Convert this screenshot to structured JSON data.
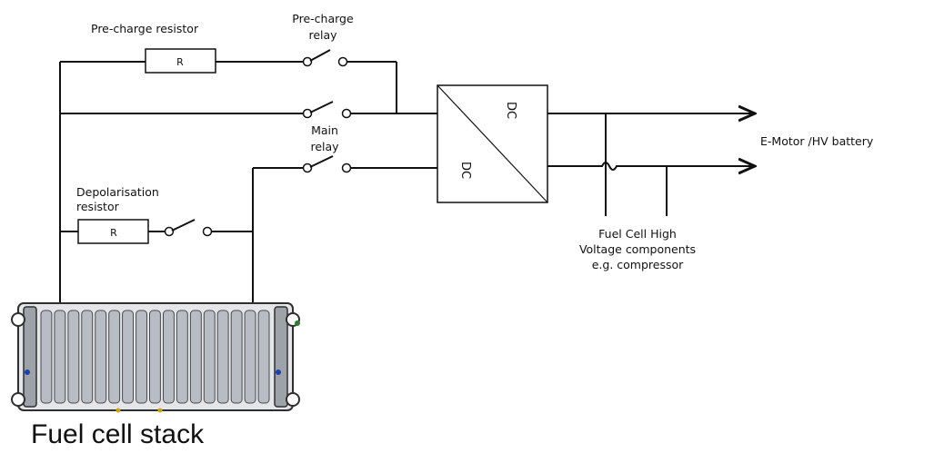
{
  "labels": {
    "precharge_resistor": "Pre-charge resistor",
    "precharge_relay_1": "Pre-charge",
    "precharge_relay_2": "relay",
    "main_relay_1": "Main",
    "main_relay_2": "relay",
    "depolarisation_1": "Depolarisation",
    "depolarisation_2": "resistor",
    "resistor_symbol": "R",
    "converter_top": "DC",
    "converter_bottom": "DC",
    "output": "E-Motor /HV battery",
    "hv_components_1": "Fuel Cell High",
    "hv_components_2": "Voltage components",
    "hv_components_3": "e.g. compressor",
    "stack": "Fuel cell stack"
  },
  "colors": {
    "line": "#111111",
    "stack_plate": "#b8bcc4",
    "stack_frame": "#2f2f2f",
    "terminal_green": "#2e7d32",
    "terminal_blue": "#1e40af",
    "terminal_yellow": "#d4a017"
  }
}
